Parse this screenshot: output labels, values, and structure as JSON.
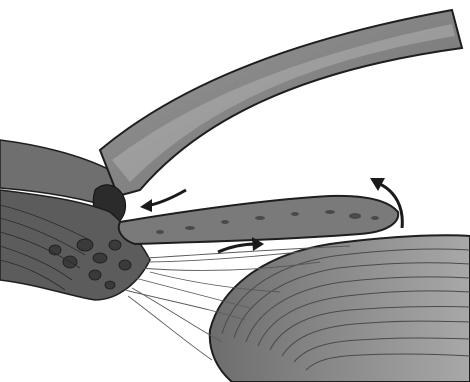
{
  "diagram": {
    "style": "grayscale anatomical illustration",
    "colors": {
      "background": "#ffffff",
      "cornea_fill": "#8a8a8a",
      "cornea_light": "#b4b4b4",
      "sclera_fill": "#6f6f6f",
      "iris_fill": "#7a7a7a",
      "ciliary_fill": "#5c5c5c",
      "lens_fill": "#9a9a9a",
      "lens_ring": "#4a4a4a",
      "outline": "#1e1e1e",
      "zonule": "#5a5a5a",
      "arrow": "#1a1a1a"
    },
    "icons": [
      "curved-arrow-left",
      "curved-arrow-right",
      "curved-arrow-up"
    ]
  }
}
